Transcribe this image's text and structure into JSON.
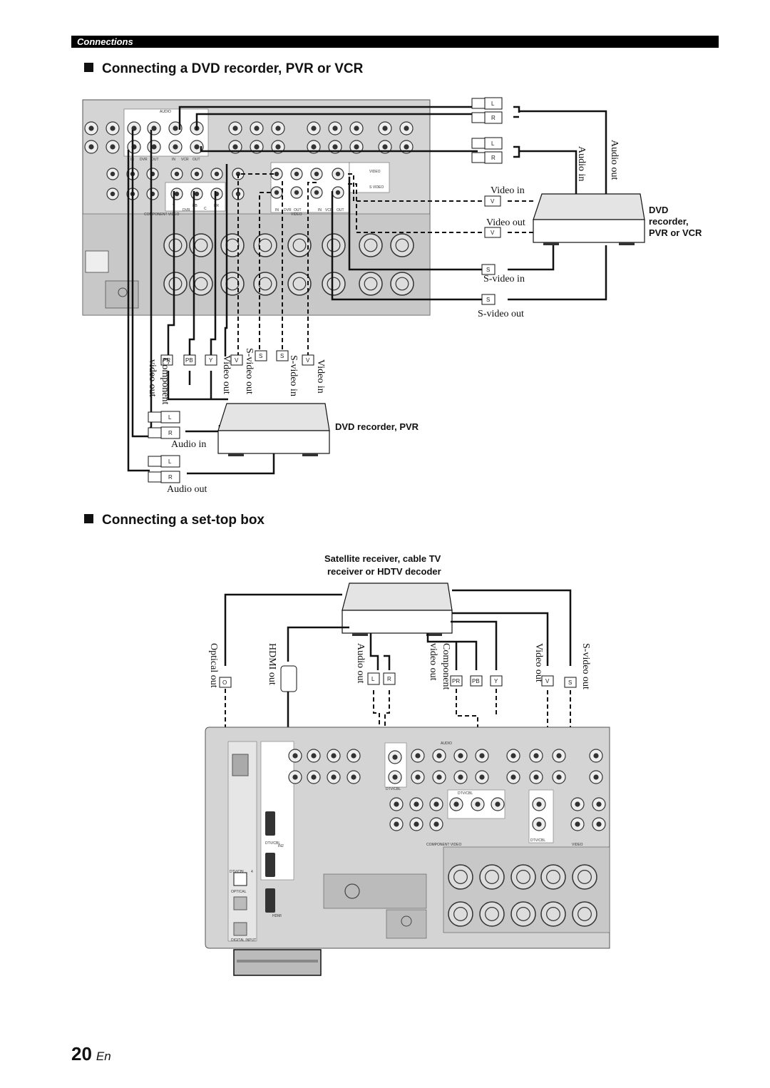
{
  "header": {
    "section_label": "Connections"
  },
  "sections": {
    "dvd": {
      "heading": "Connecting a DVD recorder, PVR or VCR"
    },
    "stb": {
      "heading": "Connecting a set-top box"
    }
  },
  "diagram_top": {
    "device_right_label": "DVD recorder, PVR or VCR",
    "device_bottom_label": "DVD recorder, PVR",
    "right_labels": {
      "audio_out": "Audio out",
      "audio_in": "Audio in",
      "video_in": "Video in",
      "video_out": "Video out",
      "svideo_in": "S-video in",
      "svideo_out": "S-video out"
    },
    "bottom_labels": {
      "component_video_out": "Component video out",
      "video_out": "Video out",
      "svideo_out": "S-video out",
      "svideo_in": "S-video in",
      "video_in": "Video in",
      "audio_in": "Audio in",
      "audio_out": "Audio out"
    },
    "panel_labels": {
      "audio": "AUDIO",
      "in": "IN",
      "dvr": "DVR",
      "out": "OUT",
      "vcr": "VCR",
      "video": "VIDEO",
      "s_video": "S VIDEO",
      "component_video": "COMPONENT VIDEO",
      "y": "Y",
      "pb": "PB",
      "pr": "PR",
      "c": "C"
    },
    "plug_labels": {
      "l": "L",
      "r": "R",
      "v": "V",
      "s": "S",
      "y": "Y",
      "pb": "PB",
      "pr": "PR"
    }
  },
  "diagram_bottom": {
    "device_label": "Satellite receiver, cable TV receiver or HDTV decoder",
    "labels": {
      "optical_out": "Optical out",
      "hdmi_out": "HDMI out",
      "audio_out": "Audio out",
      "component_video_out": "Component video out",
      "video_out": "Video out",
      "svideo_out": "S-video out"
    },
    "panel_labels": {
      "audio": "AUDIO",
      "dtv_cbl": "DTV/CBL",
      "component_video": "COMPONENT VIDEO",
      "video": "VIDEO",
      "hdmi": "HDMI",
      "optical": "OPTICAL",
      "digital_input": "DIGITAL INPUT",
      "in2": "IN2",
      "four": "4"
    },
    "plug_labels": {
      "o": "O",
      "l": "L",
      "r": "R",
      "pr": "PR",
      "pb": "PB",
      "y": "Y",
      "v": "V",
      "s": "S"
    }
  },
  "footer": {
    "page_number": "20",
    "lang": "En"
  }
}
